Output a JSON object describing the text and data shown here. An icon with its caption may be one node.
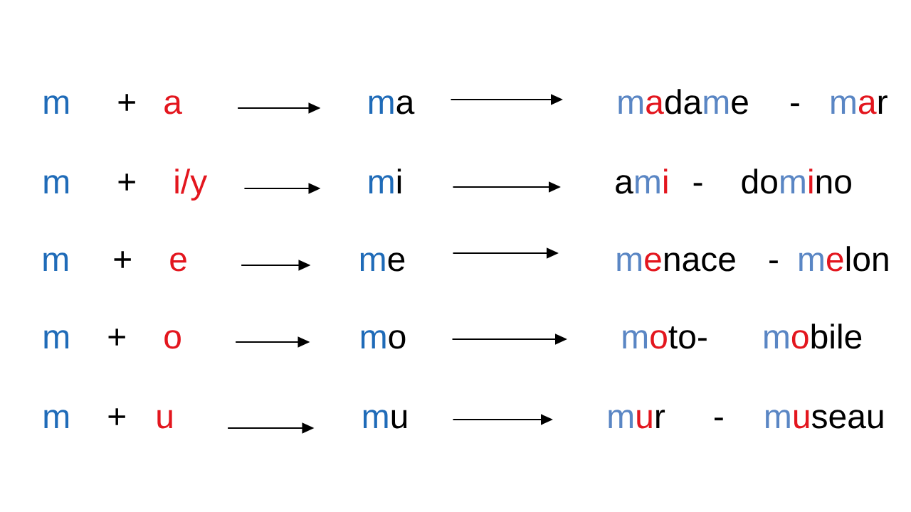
{
  "diagram": {
    "nodes": [
      {
        "text": [
          "m",
          "+",
          "a"
        ]
      },
      {
        "text": [
          "ma"
        ]
      },
      {
        "text": [
          "madame",
          "-",
          "mar"
        ]
      },
      {
        "text": [
          "m",
          "+",
          "i/y"
        ]
      },
      {
        "text": [
          "mi"
        ]
      },
      {
        "text": [
          "ami",
          "-",
          "domino"
        ]
      },
      {
        "text": [
          "m",
          "+",
          "e"
        ]
      },
      {
        "text": [
          "me"
        ]
      },
      {
        "text": [
          "menace",
          "-",
          "melon"
        ]
      },
      {
        "text": [
          "m",
          "+",
          "o"
        ]
      },
      {
        "text": [
          "mo"
        ]
      },
      {
        "text": [
          "moto-",
          "mobile"
        ]
      },
      {
        "text": [
          "m",
          "+",
          "u"
        ]
      },
      {
        "text": [
          "mu"
        ]
      },
      {
        "text": [
          "mur",
          "-",
          "museau"
        ]
      }
    ],
    "edges": [
      {
        "from": 0,
        "to": 1,
        "arrow": "to"
      },
      {
        "from": 1,
        "to": 2,
        "arrow": "to"
      },
      {
        "from": 3,
        "to": 4,
        "arrow": "to"
      },
      {
        "from": 4,
        "to": 5,
        "arrow": "to"
      },
      {
        "from": 6,
        "to": 7,
        "arrow": "to"
      },
      {
        "from": 7,
        "to": 8,
        "arrow": "to"
      },
      {
        "from": 9,
        "to": 10,
        "arrow": "to"
      },
      {
        "from": 10,
        "to": 11,
        "arrow": "to"
      },
      {
        "from": 12,
        "to": 13,
        "arrow": "to"
      },
      {
        "from": 13,
        "to": 14,
        "arrow": "to"
      }
    ]
  }
}
